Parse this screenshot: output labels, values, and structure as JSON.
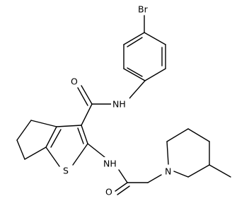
{
  "molecule": {
    "atom_labels": {
      "br": "Br",
      "nh_amide": "NH",
      "o_amide": "O",
      "s_thiophene": "S",
      "nh_acyl": "NH",
      "o_acyl": "O",
      "n_piperidine": "N"
    },
    "colors": {
      "bond": "#000000",
      "label": "#000000",
      "background": "#ffffff"
    }
  }
}
